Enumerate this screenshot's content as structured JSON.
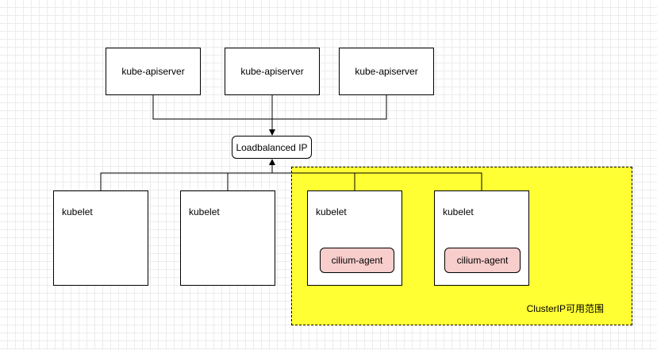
{
  "diagram": {
    "apiservers": [
      "kube-apiserver",
      "kube-apiserver",
      "kube-apiserver"
    ],
    "loadbalancer": "Loadbalanced IP",
    "nodes": [
      {
        "label": "kubelet"
      },
      {
        "label": "kubelet"
      },
      {
        "label": "kubelet",
        "agent": "cilium-agent"
      },
      {
        "label": "kubelet",
        "agent": "cilium-agent"
      }
    ],
    "zone_label": "ClusterIP可用范围"
  },
  "colors": {
    "zone_fill": "#ffff33",
    "agent_fill": "#f8cecc",
    "stroke": "#000000"
  }
}
